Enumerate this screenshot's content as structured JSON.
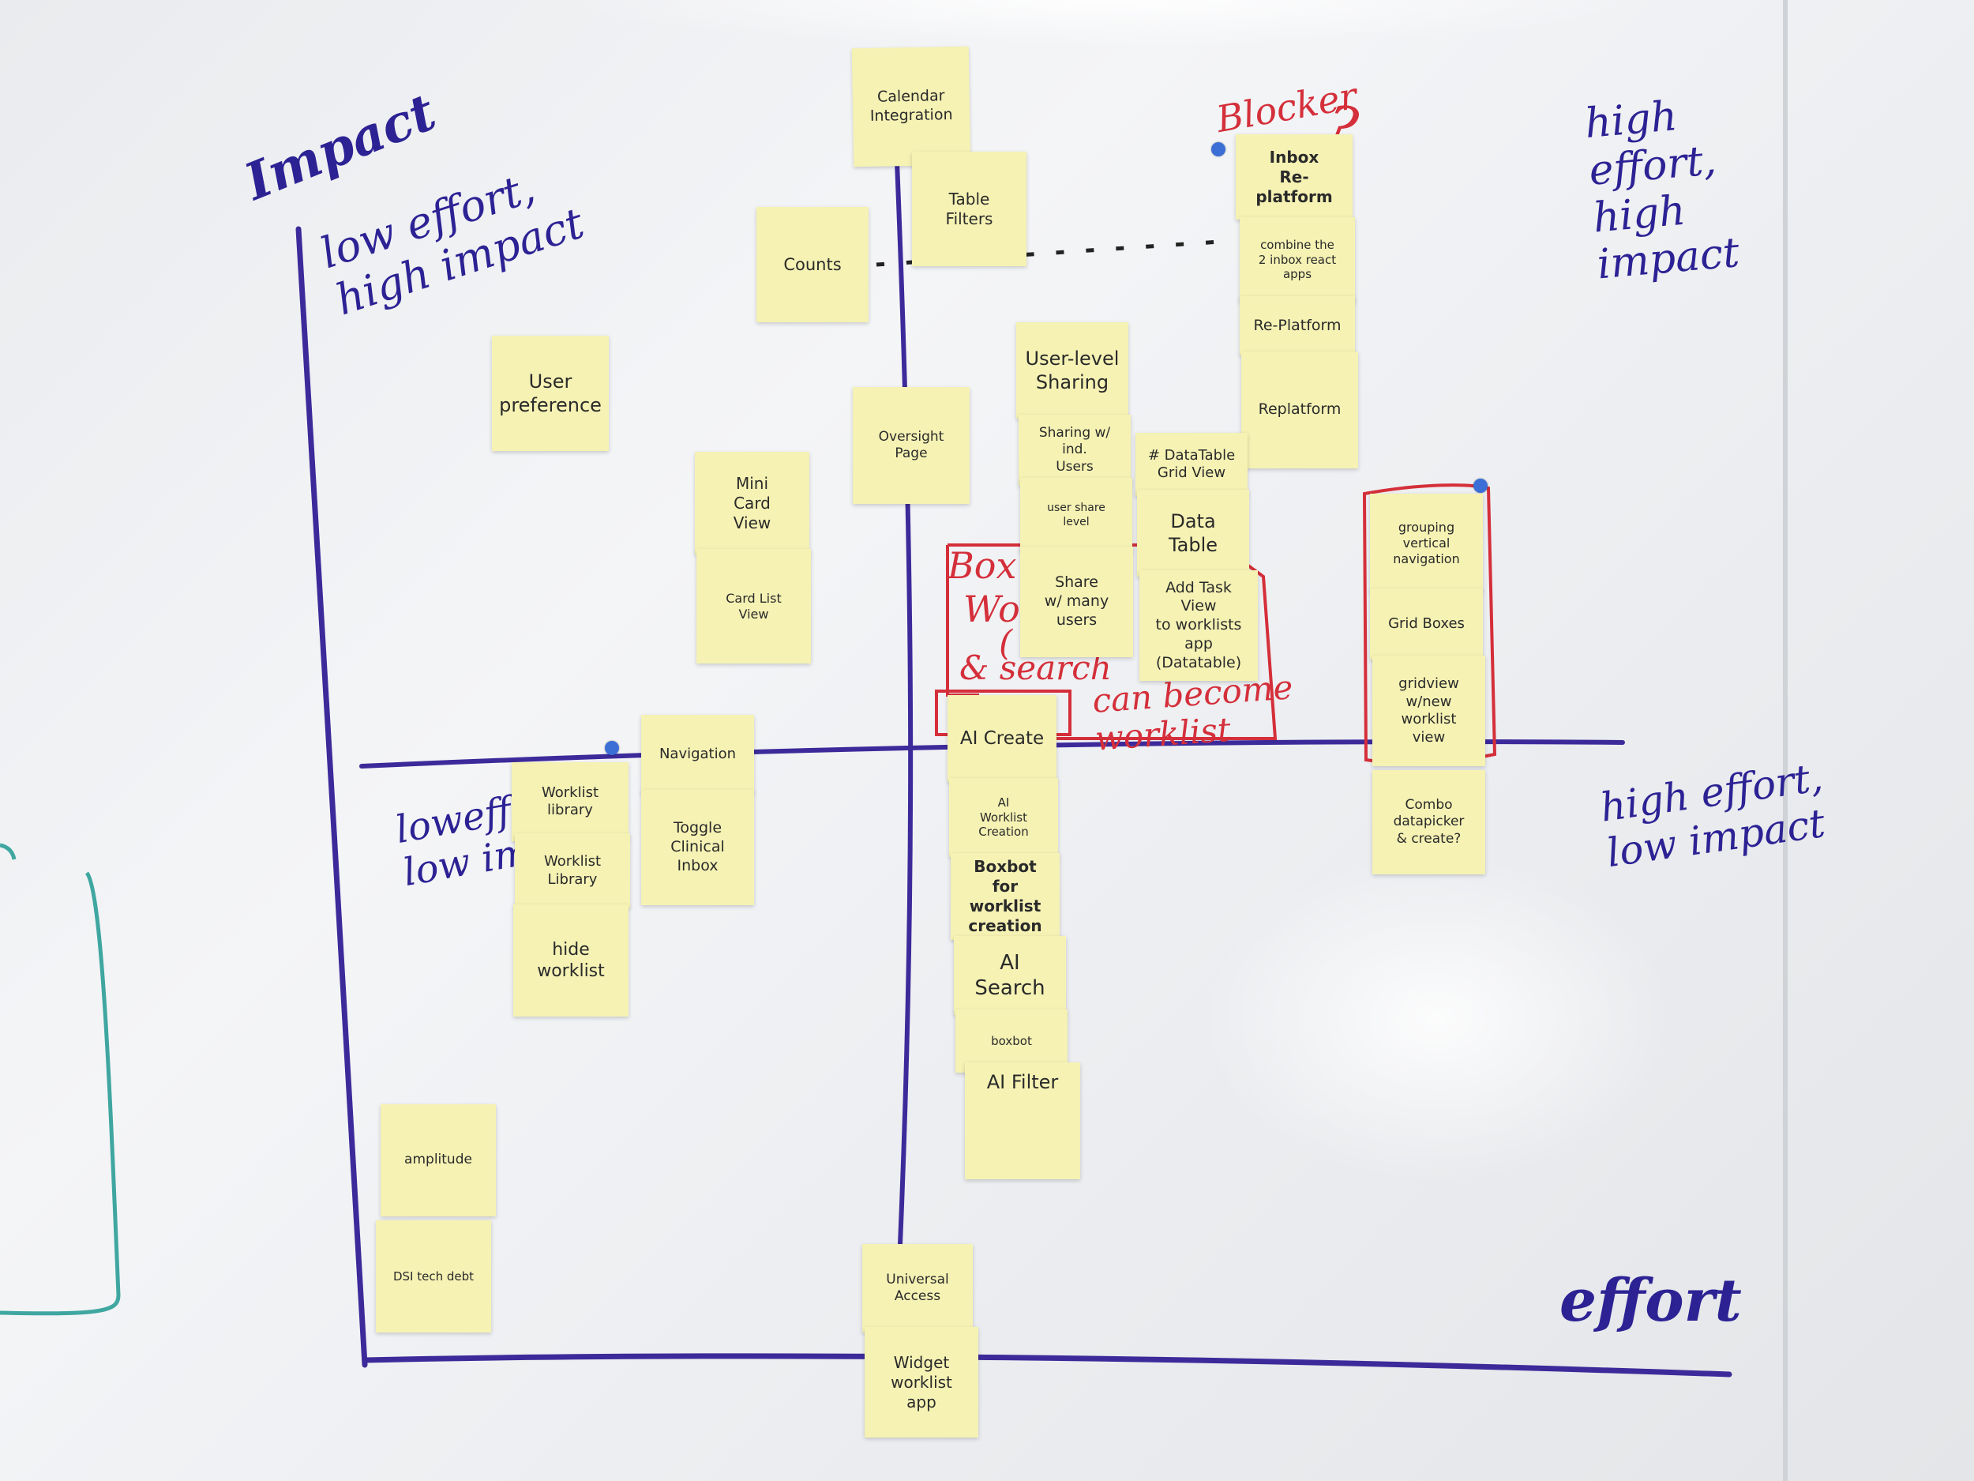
{
  "board_labels": {
    "y_axis": "Impact",
    "x_axis": "effort",
    "quadrant_top_left": "low effort,\nhigh impact",
    "quadrant_top_right": "high\neffort,\nhigh\nimpact",
    "quadrant_bottom_left": "loweffort\nlow imp",
    "quadrant_bottom_right": "high effort,\nlow impact",
    "blocker": "Blocker",
    "blocker_mark": "?",
    "box_word": "Box",
    "red_fragment_1": "Work",
    "red_fragment_2": "(",
    "red_fragment_3": "& search",
    "red_fragment_4": "can become\nworklist"
  },
  "stickies": {
    "calendar_integration": "Calendar\nIntegration",
    "table_filters": "Table\nFilters",
    "counts": "Counts",
    "inbox_replatform": "Inbox\nRe-platform",
    "combine_inbox_apps": "combine the\n2 inbox react\napps",
    "re_platform": "Re-Platform",
    "replatform": "Replatform",
    "user_preference": "User\npreference",
    "oversight_page": "Oversight\nPage",
    "mini_card_view": "Mini\nCard\nView",
    "card_list_view": "Card List\nView",
    "user_level_sharing": "User-level\nSharing",
    "sharing_ind_users": "Sharing w/ ind.\nUsers",
    "user_share_level": "user share\nlevel",
    "share_many_users": "Share\nw/ many\nusers",
    "datatable_grid_view": "# DataTable\nGrid View",
    "data_table": "Data Table",
    "add_task_view": "Add Task View\nto worklists\napp\n(Datatable)",
    "grouping_vertical_navigation": "grouping\nvertical\nnavigation",
    "grid_boxes": "Grid Boxes",
    "gridview_new_worklist_view": "gridview\nw/new\nworklist\nview",
    "combo_datapicker": "Combo\ndatapicker\n& create?",
    "navigation": "Navigation",
    "toggle_clinical_inbox": "Toggle\nClinical\nInbox",
    "worklist_library_1": "Worklist\nlibrary",
    "worklist_library_2": "Worklist\nLibrary",
    "hide_worklist": "hide\nworklist",
    "ai_create": "AI Create",
    "ai_worklist_creation": "AI\nWorklist\nCreation",
    "boxbot_worklist_creation": "Boxbot for\nworklist\ncreation",
    "ai_search": "AI Search",
    "boxbot": "boxbot",
    "ai_filter": "AI Filter",
    "amplitude": "amplitude",
    "dsi_tech_debt": "DSI tech debt",
    "universal_access": "Universal\nAccess",
    "widget_worklist_app": "Widget\nworklist\napp"
  },
  "colors": {
    "marker_blue": "#2c2294",
    "marker_red": "#d42f3a",
    "sticky_yellow": "#f5f2b4",
    "marker_teal": "#3fa6a0",
    "magnet_blue": "#3b6fd6"
  }
}
